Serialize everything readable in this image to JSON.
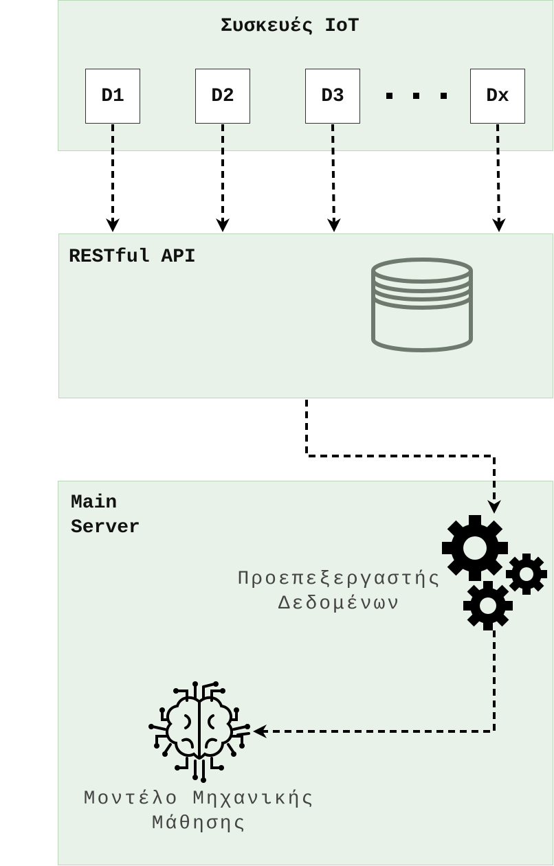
{
  "iot_panel": {
    "title": "Συσκευές IoT",
    "devices": [
      {
        "label": "D1"
      },
      {
        "label": "D2"
      },
      {
        "label": "D3"
      },
      {
        "label": "Dx"
      }
    ],
    "ellipsis": "· · ·"
  },
  "api_panel": {
    "title": "RESTful API",
    "icon": "database-icon"
  },
  "server_panel": {
    "title": "Main\nServer",
    "preprocessor": {
      "label_line1": "Προεπεξεργαστής",
      "label_line2": "Δεδομένων",
      "icon": "gears-icon"
    },
    "ml_model": {
      "label_line1": "Μοντέλο Μηχανικής",
      "label_line2": "Μάθησης",
      "icon": "ai-brain-icon"
    }
  },
  "colors": {
    "panel_fill": "#e8f2e8",
    "panel_border": "#b9d8b9",
    "arrow": "#000000",
    "database_stroke": "#6f7a6f"
  }
}
